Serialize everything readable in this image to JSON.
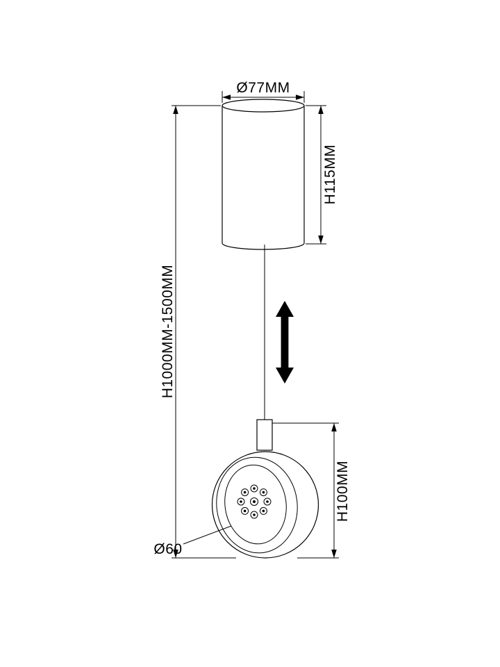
{
  "diagram": {
    "background": "#ffffff",
    "line_color": "#000000",
    "labels": {
      "canopy_diameter": "Ø77MM",
      "canopy_height": "H115MM",
      "overall_height": "H1000MM-1500MM",
      "head_height": "H100MM",
      "head_diameter": "Ø60"
    },
    "icons": {
      "height_adjustable": "double-vertical-arrow"
    }
  }
}
